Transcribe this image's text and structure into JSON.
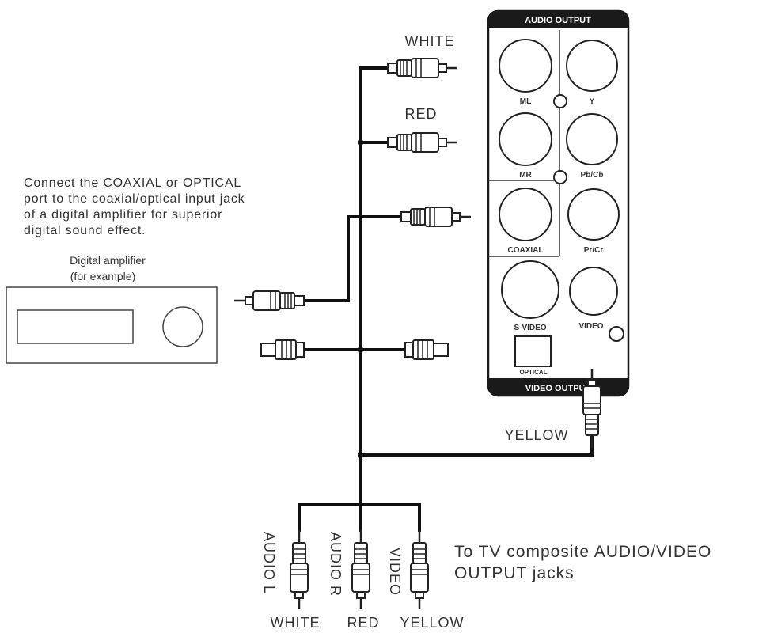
{
  "panel": {
    "header": "AUDIO OUTPUT",
    "footer": "VIDEO OUTPUT",
    "jacks": {
      "ml": "ML",
      "y": "Y",
      "mr": "MR",
      "pbcb": "Pb/Cb",
      "coaxial": "COAXIAL",
      "prcr": "Pr/Cr",
      "svideo": "S-VIDEO",
      "video": "VIDEO",
      "optical": "OPTICAL"
    }
  },
  "cable_labels": {
    "white": "WHITE",
    "red": "RED",
    "yellow": "YELLOW"
  },
  "note": {
    "line1": "Connect the COAXIAL or OPTICAL",
    "line2": "port to the coaxial/optical input jack",
    "line3": "of a digital amplifier for superior",
    "line4": "digital sound effect."
  },
  "amplifier": {
    "title": "Digital amplifier",
    "subtitle": "(for example)"
  },
  "bottom_plugs": {
    "audio_l": "AUDIO L",
    "audio_r": "AUDIO R",
    "video": "VIDEO",
    "white": "WHITE",
    "red": "RED",
    "yellow": "YELLOW"
  },
  "tv_note": {
    "line1": "To TV composite AUDIO/VIDEO",
    "line2": "OUTPUT jacks"
  }
}
